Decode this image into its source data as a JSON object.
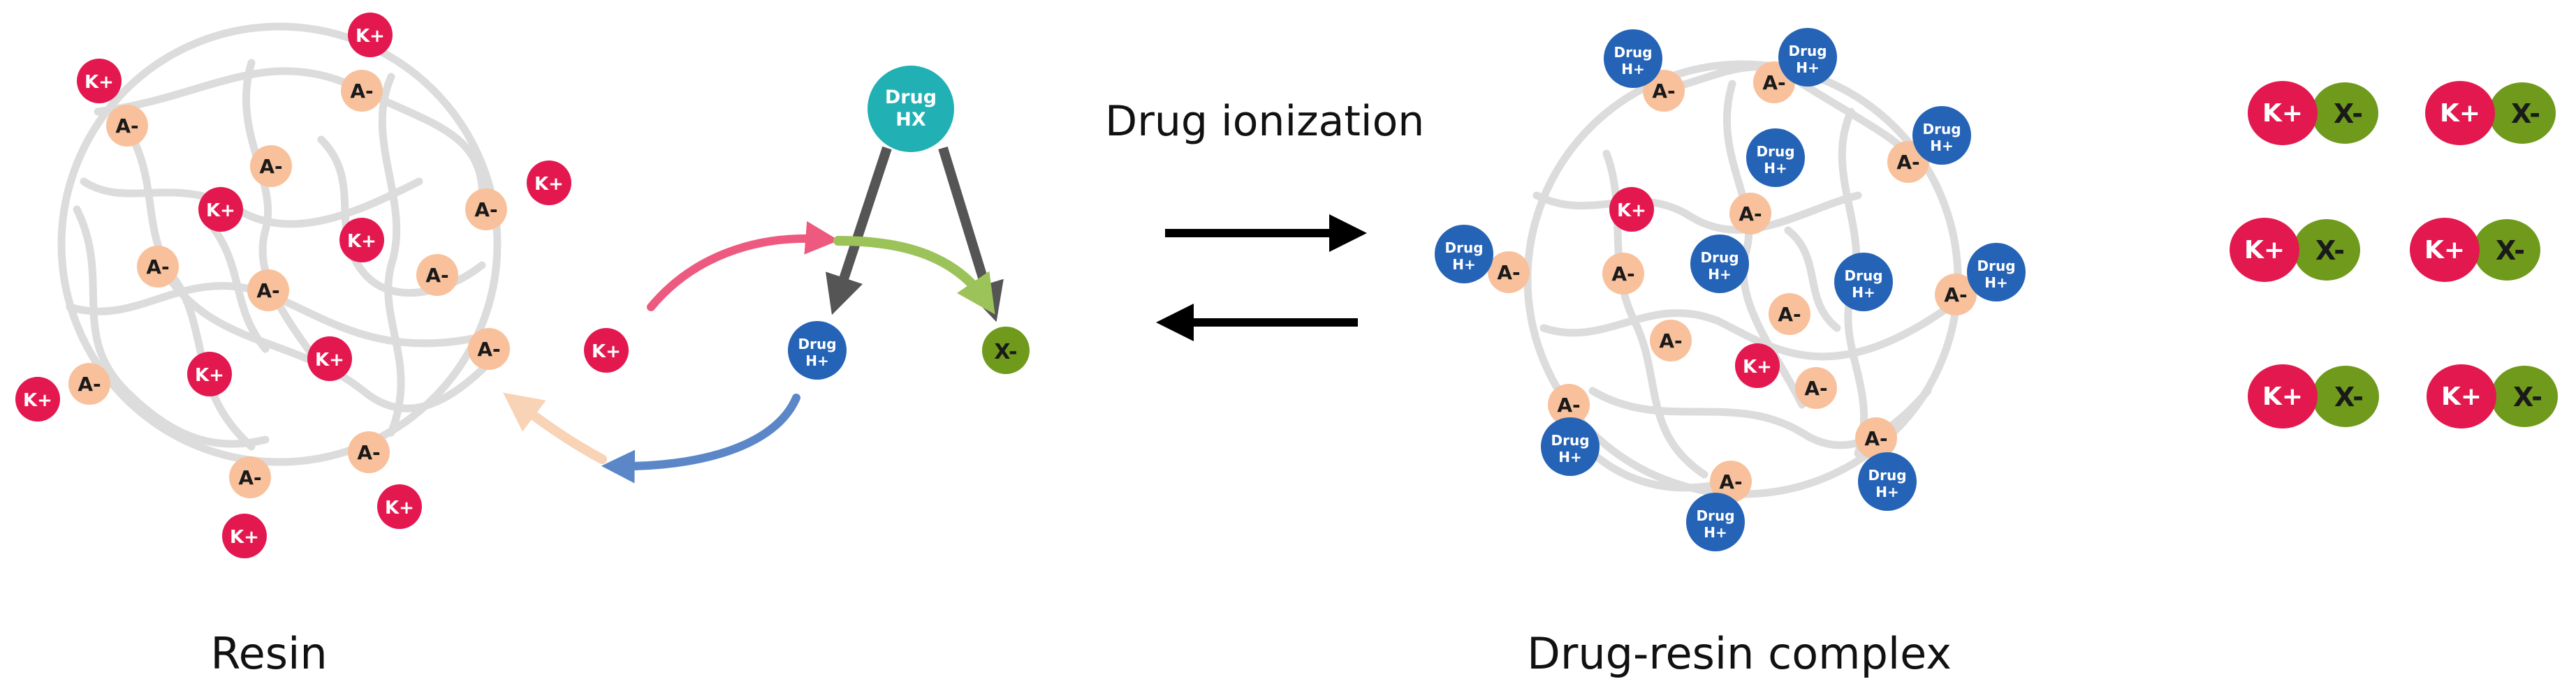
{
  "labels": {
    "resin": "Resin",
    "complex": "Drug-resin complex",
    "process": "Drug ionization"
  },
  "ions": {
    "potassium": "K+",
    "anion_site": "A-",
    "counter_ion": "X-",
    "drug_neutral": "Drug HX",
    "drug_ionized": "Drug H+"
  },
  "colors": {
    "potassium": "#e3184f",
    "anion_site": "#f8c19c",
    "counter_ion": "#6f9a1c",
    "drug_neutral": "#21b0b3",
    "drug_ionized": "#2563b6",
    "network": "#dcdcdc",
    "arrow_dark": "#555555",
    "arrow_pink": "#ee5a7f",
    "arrow_green": "#9cc25a",
    "arrow_blue": "#5b87c9",
    "arrow_peach": "#f9d3b6",
    "equilibrium": "#000000"
  }
}
